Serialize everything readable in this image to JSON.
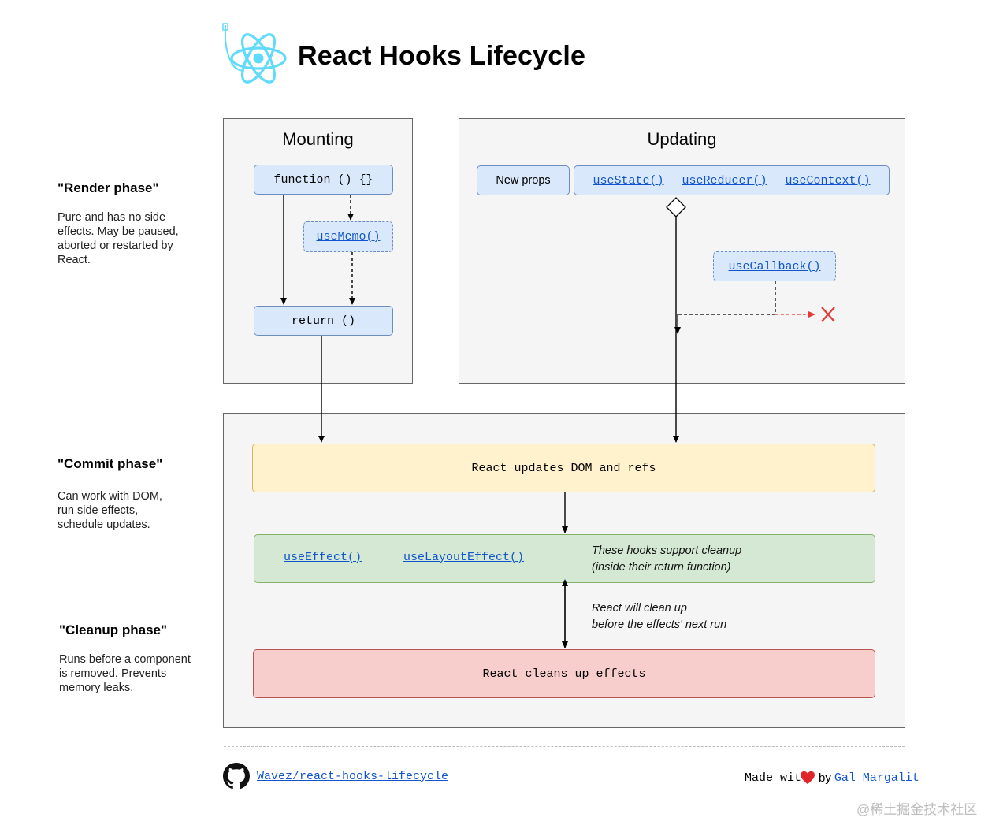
{
  "header": {
    "title": "React Hooks Lifecycle"
  },
  "phases": {
    "render": {
      "title": "\"Render phase\"",
      "desc": "Pure and has no side effects. May be paused, aborted or restarted by React."
    },
    "commit": {
      "title": "\"Commit phase\"",
      "desc": "Can work with DOM, run side effects, schedule updates."
    },
    "cleanup": {
      "title": "\"Cleanup phase\"",
      "desc": "Runs before a component is removed. Prevents memory leaks."
    }
  },
  "mounting": {
    "title": "Mounting",
    "function_label": "function () {}",
    "use_memo": "useMemo()",
    "return_label": "return ()"
  },
  "updating": {
    "title": "Updating",
    "new_props": "New props",
    "use_state": "useState()",
    "use_reducer": "useReducer()",
    "use_context": "useContext()",
    "use_callback": "useCallback()"
  },
  "commit": {
    "dom_update": "React updates DOM and refs",
    "use_effect": "useEffect()",
    "use_layout_effect": "useLayoutEffect()",
    "cleanup_note_1": "These hooks support cleanup",
    "cleanup_note_2": "(inside their return function)",
    "cleanup_next_1": "React will clean up",
    "cleanup_next_2": "before the effects' next run",
    "cleans_up": "React cleans up effects"
  },
  "footer": {
    "repo_link": "Wavez/react-hooks-lifecycle",
    "made_with": "Made wit",
    "by": "by",
    "author": "Gal Margalit",
    "watermark": "@稀土掘金技术社区"
  },
  "colors": {
    "blue_fill": "#dae8fc",
    "blue_stroke": "#6c8ebf",
    "yellow_fill": "#fff2cc",
    "green_fill": "#d5e8d4",
    "red_fill": "#f8cecc",
    "react_logo": "#61dafb",
    "heart": "#e0262a",
    "cancel_x": "#e53935"
  },
  "icons": [
    "react-logo-icon",
    "github-icon",
    "heart-icon",
    "cancel-x-icon"
  ]
}
